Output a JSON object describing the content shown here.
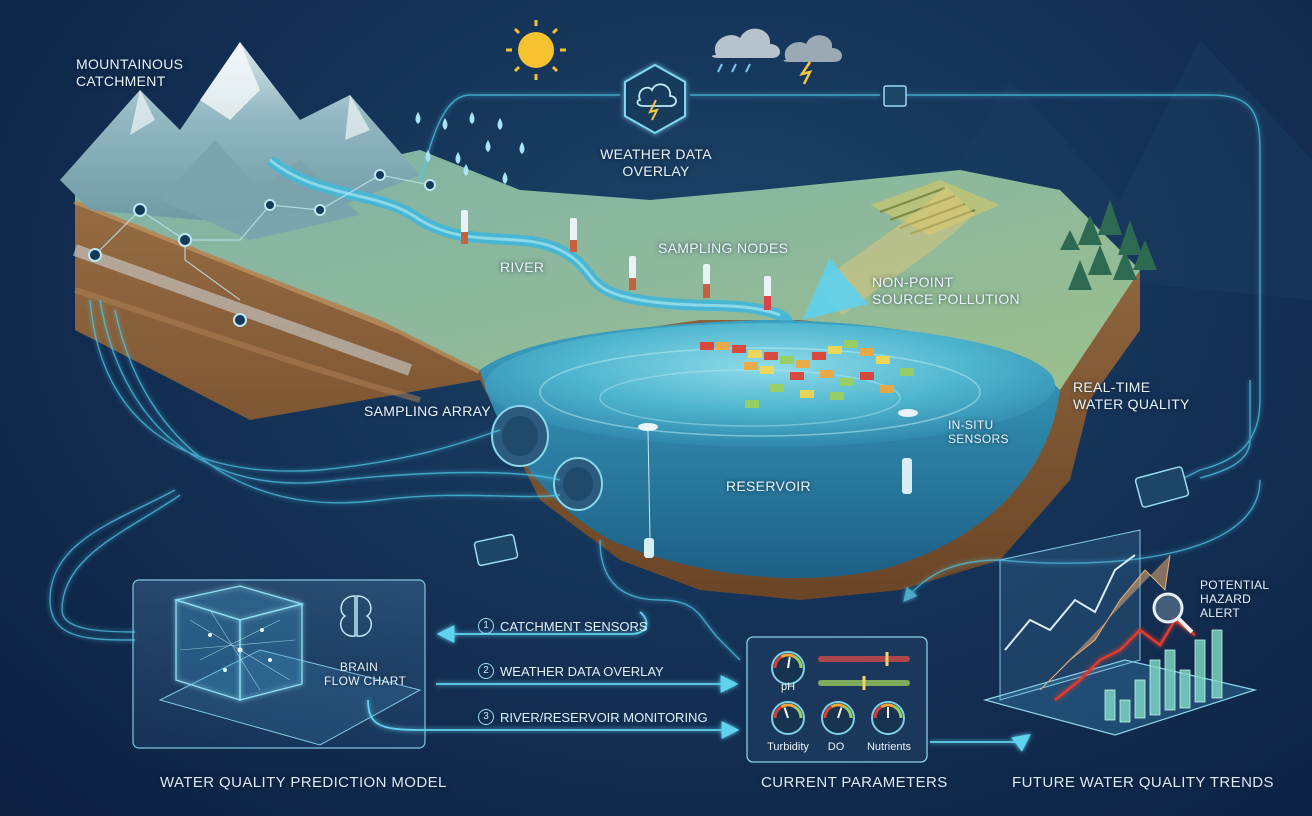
{
  "labels": {
    "mountainous_catchment": [
      "MOUNTAINOUS",
      "CATCHMENT"
    ],
    "weather_data_overlay": [
      "WEATHER DATA",
      "OVERLAY"
    ],
    "river": "RIVER",
    "sampling_nodes": "SAMPLING NODES",
    "non_point": [
      "NON-POINT",
      "SOURCE POLLUTION"
    ],
    "real_time": [
      "REAL-TIME",
      "WATER QUALITY"
    ],
    "sampling_array": "SAMPLING ARRAY",
    "in_situ": [
      "IN-SITU",
      "SENSORS"
    ],
    "reservoir": "RESERVOIR",
    "brain_flow_chart": [
      "BRAIN",
      "FLOW CHART"
    ],
    "potential_hazard": [
      "POTENTIAL",
      "HAZARD",
      "ALERT"
    ]
  },
  "steps": [
    {
      "num": "1",
      "label": "CATCHMENT SENSORS"
    },
    {
      "num": "2",
      "label": "WEATHER DATA OVERLAY"
    },
    {
      "num": "3",
      "label": "RIVER/RESERVOIR MONITORING"
    }
  ],
  "gauges": [
    {
      "name": "pH",
      "level": 0.55
    },
    {
      "name": "Turbidity",
      "level": 0.4
    },
    {
      "name": "DO",
      "level": 0.6
    },
    {
      "name": "Nutrients",
      "level": 0.5
    }
  ],
  "bars": [
    {
      "level": 0.75
    },
    {
      "level": 0.5
    }
  ],
  "sections": {
    "model": "WATER QUALITY PREDICTION MODEL",
    "current": "CURRENT PARAMETERS",
    "future": "FUTURE WATER QUALITY TRENDS"
  },
  "colors": {
    "accent": "#38c6e8",
    "background": "#143257",
    "hazard": "#e23b2e",
    "water": "#3fb2cf"
  }
}
